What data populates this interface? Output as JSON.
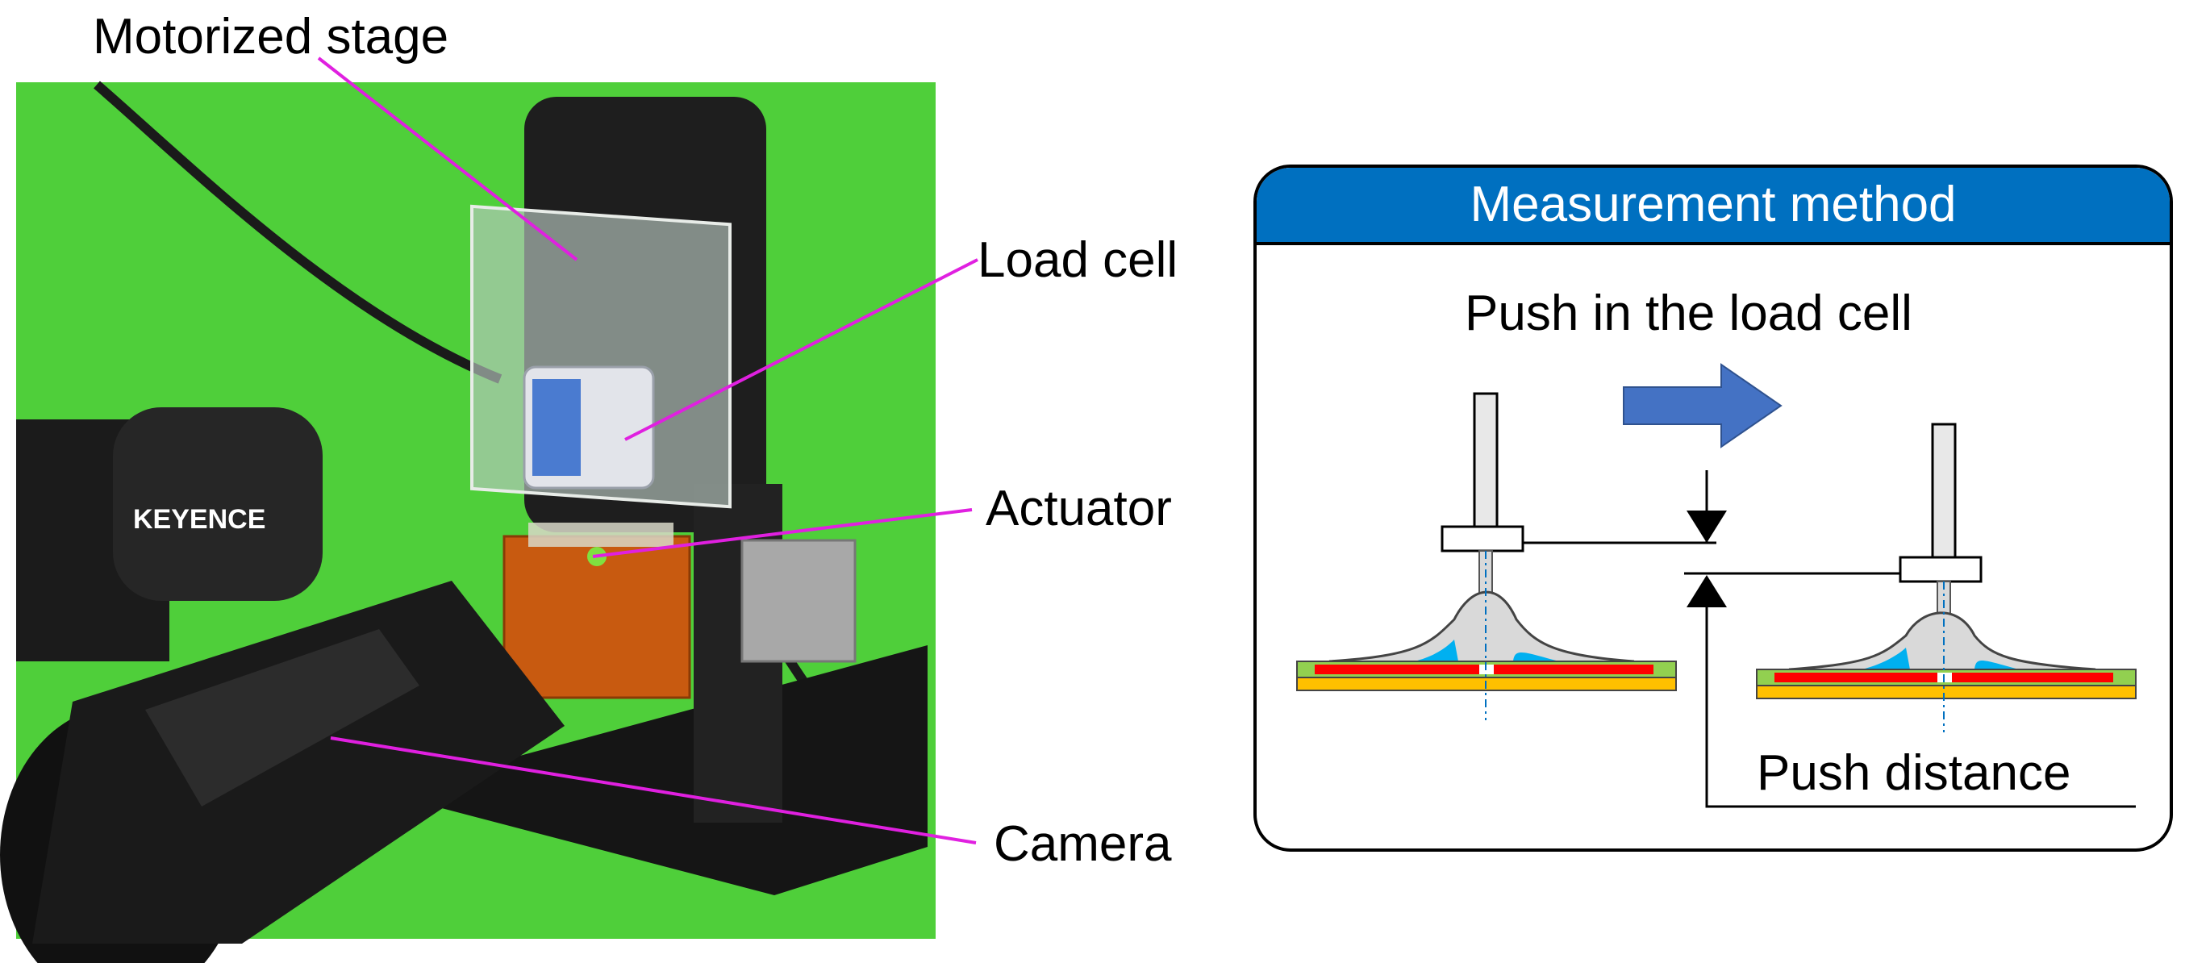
{
  "photo": {
    "labels": {
      "motorized_stage": "Motorized stage",
      "load_cell": "Load cell",
      "actuator": "Actuator",
      "camera": "Camera"
    },
    "brand_text": "KEYENCE",
    "colors": {
      "background": "#4fcf3a",
      "leader_line": "#e020e0"
    }
  },
  "method": {
    "title": "Measurement method",
    "push_label": "Push in the load cell",
    "distance_label": "Push distance",
    "colors": {
      "header": "#0070c0",
      "arrow": "#4472c4",
      "red_layer": "#ff0000",
      "orange_layer": "#ffc000",
      "green_layer": "#92d050",
      "blue_fill": "#00b0f0"
    }
  }
}
